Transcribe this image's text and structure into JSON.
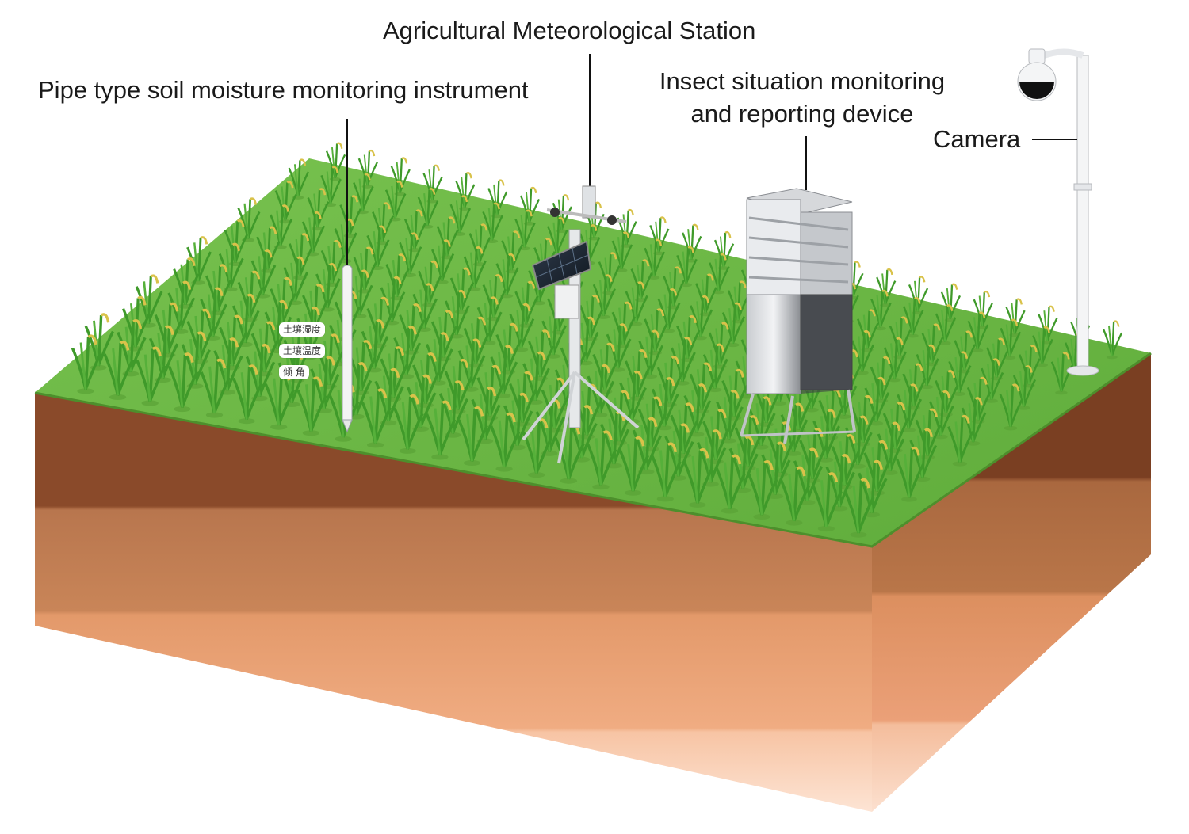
{
  "labels": {
    "station": "Agricultural Meteorological Station",
    "soil_probe": "Pipe type soil moisture monitoring instrument",
    "insect_line1": "Insect situation monitoring",
    "insect_line2": "and reporting device",
    "camera": "Camera"
  },
  "probe_tags": [
    "土壤湿度",
    "土壤温度",
    "倾 角"
  ],
  "colors": {
    "grass": "#6dba45",
    "grass_dark": "#5aa336",
    "soil_top": "#8a4a2a",
    "soil_mid": "#b8764e",
    "soil_low": "#e69b6d",
    "soil_base": "#f5b08a",
    "plant": "#3f9a2a",
    "grain": "#d9c24a"
  }
}
